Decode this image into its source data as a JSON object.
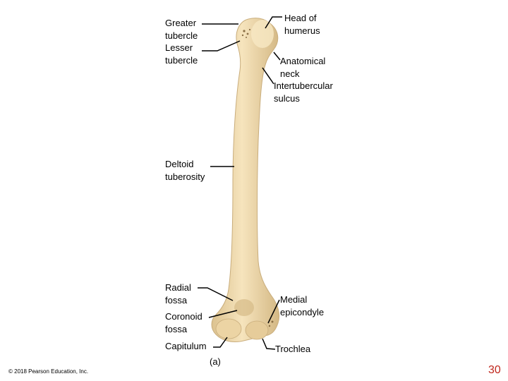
{
  "labels": {
    "greater_tubercle": "Greater\ntubercle",
    "lesser_tubercle": "Lesser\ntubercle",
    "head_of_humerus": "Head of\nhumerus",
    "anatomical_neck": "Anatomical\nneck",
    "intertubercular_sulcus": "Intertubercular\nsulcus",
    "deltoid_tuberosity": "Deltoid\ntuberosity",
    "radial_fossa": "Radial\nfossa",
    "coronoid_fossa": "Coronoid\nfossa",
    "capitulum": "Capitulum",
    "medial_epicondyle": "Medial\nepicondyle",
    "trochlea": "Trochlea"
  },
  "figure_part": "(a)",
  "copyright": "© 2018 Pearson Education, Inc.",
  "page_number": "30",
  "colors": {
    "bone_fill": "#f2ddb3",
    "bone_shade": "#d9bf8e",
    "bone_outline": "#c9ad7c",
    "leader_line": "#000000",
    "page_number": "#c0281e"
  }
}
